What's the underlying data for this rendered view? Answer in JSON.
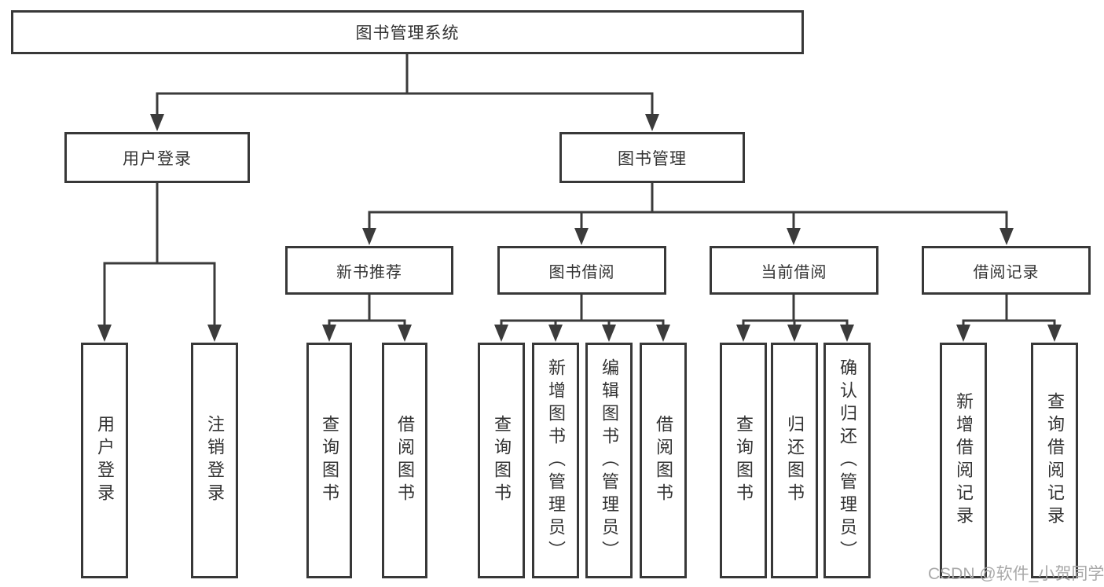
{
  "tree": {
    "root": {
      "label": "图书管理系统"
    },
    "branches": [
      {
        "label": "用户登录",
        "leaves": [
          {
            "label": "用户登录"
          },
          {
            "label": "注销登录"
          }
        ]
      },
      {
        "label": "图书管理",
        "sections": [
          {
            "label": "新书推荐",
            "leaves": [
              {
                "label": "查询图书"
              },
              {
                "label": "借阅图书"
              }
            ]
          },
          {
            "label": "图书借阅",
            "leaves": [
              {
                "label": "查询图书"
              },
              {
                "label": "新增图书（管理员）"
              },
              {
                "label": "编辑图书（管理员）"
              },
              {
                "label": "借阅图书"
              }
            ]
          },
          {
            "label": "当前借阅",
            "leaves": [
              {
                "label": "查询图书"
              },
              {
                "label": "归还图书"
              },
              {
                "label": "确认归还（管理员）"
              }
            ]
          },
          {
            "label": "借阅记录",
            "leaves": [
              {
                "label": "新增借阅记录"
              },
              {
                "label": "查询借阅记录"
              }
            ]
          }
        ]
      }
    ]
  },
  "watermark": {
    "text": "CSDN @软件_小贺同学"
  },
  "colors": {
    "line": "#3b3b3b",
    "box_border": "#383838",
    "text": "#333333",
    "watermark": "#a9a9a9",
    "background": "#ffffff"
  }
}
